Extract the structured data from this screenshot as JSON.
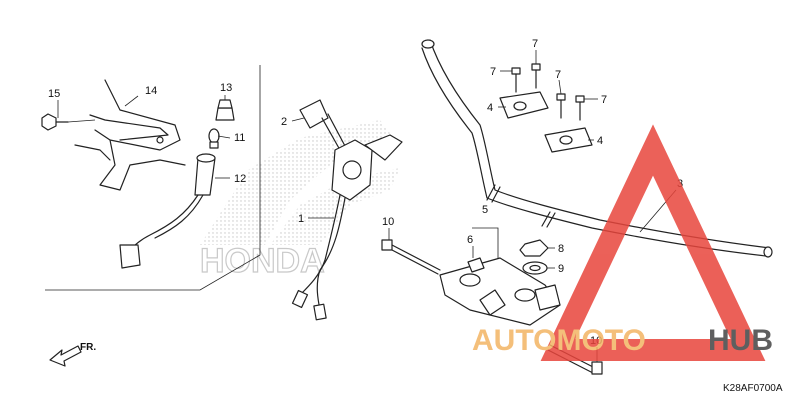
{
  "diagram": {
    "diagram_code": "K28AF0700A",
    "direction_label": "FR.",
    "background_brand": "HONDA",
    "callouts": [
      {
        "id": "c1",
        "label": "1"
      },
      {
        "id": "c2",
        "label": "2"
      },
      {
        "id": "c3",
        "label": "3"
      },
      {
        "id": "c4a",
        "label": "4"
      },
      {
        "id": "c4b",
        "label": "4"
      },
      {
        "id": "c5",
        "label": "5"
      },
      {
        "id": "c6",
        "label": "6"
      },
      {
        "id": "c7a",
        "label": "7"
      },
      {
        "id": "c7b",
        "label": "7"
      },
      {
        "id": "c7c",
        "label": "7"
      },
      {
        "id": "c7d",
        "label": "7"
      },
      {
        "id": "c8",
        "label": "8"
      },
      {
        "id": "c9",
        "label": "9"
      },
      {
        "id": "c10a",
        "label": "10"
      },
      {
        "id": "c10b",
        "label": "10"
      },
      {
        "id": "c11",
        "label": "11"
      },
      {
        "id": "c12",
        "label": "12"
      },
      {
        "id": "c13",
        "label": "13"
      },
      {
        "id": "c14",
        "label": "14"
      },
      {
        "id": "c15",
        "label": "15"
      }
    ]
  },
  "watermark": {
    "text_accent": "AUTOMOTO",
    "text_main": "HUB",
    "accent_color": "#f3b463",
    "triangle_color": "#e8453c",
    "main_color": "#444444"
  }
}
